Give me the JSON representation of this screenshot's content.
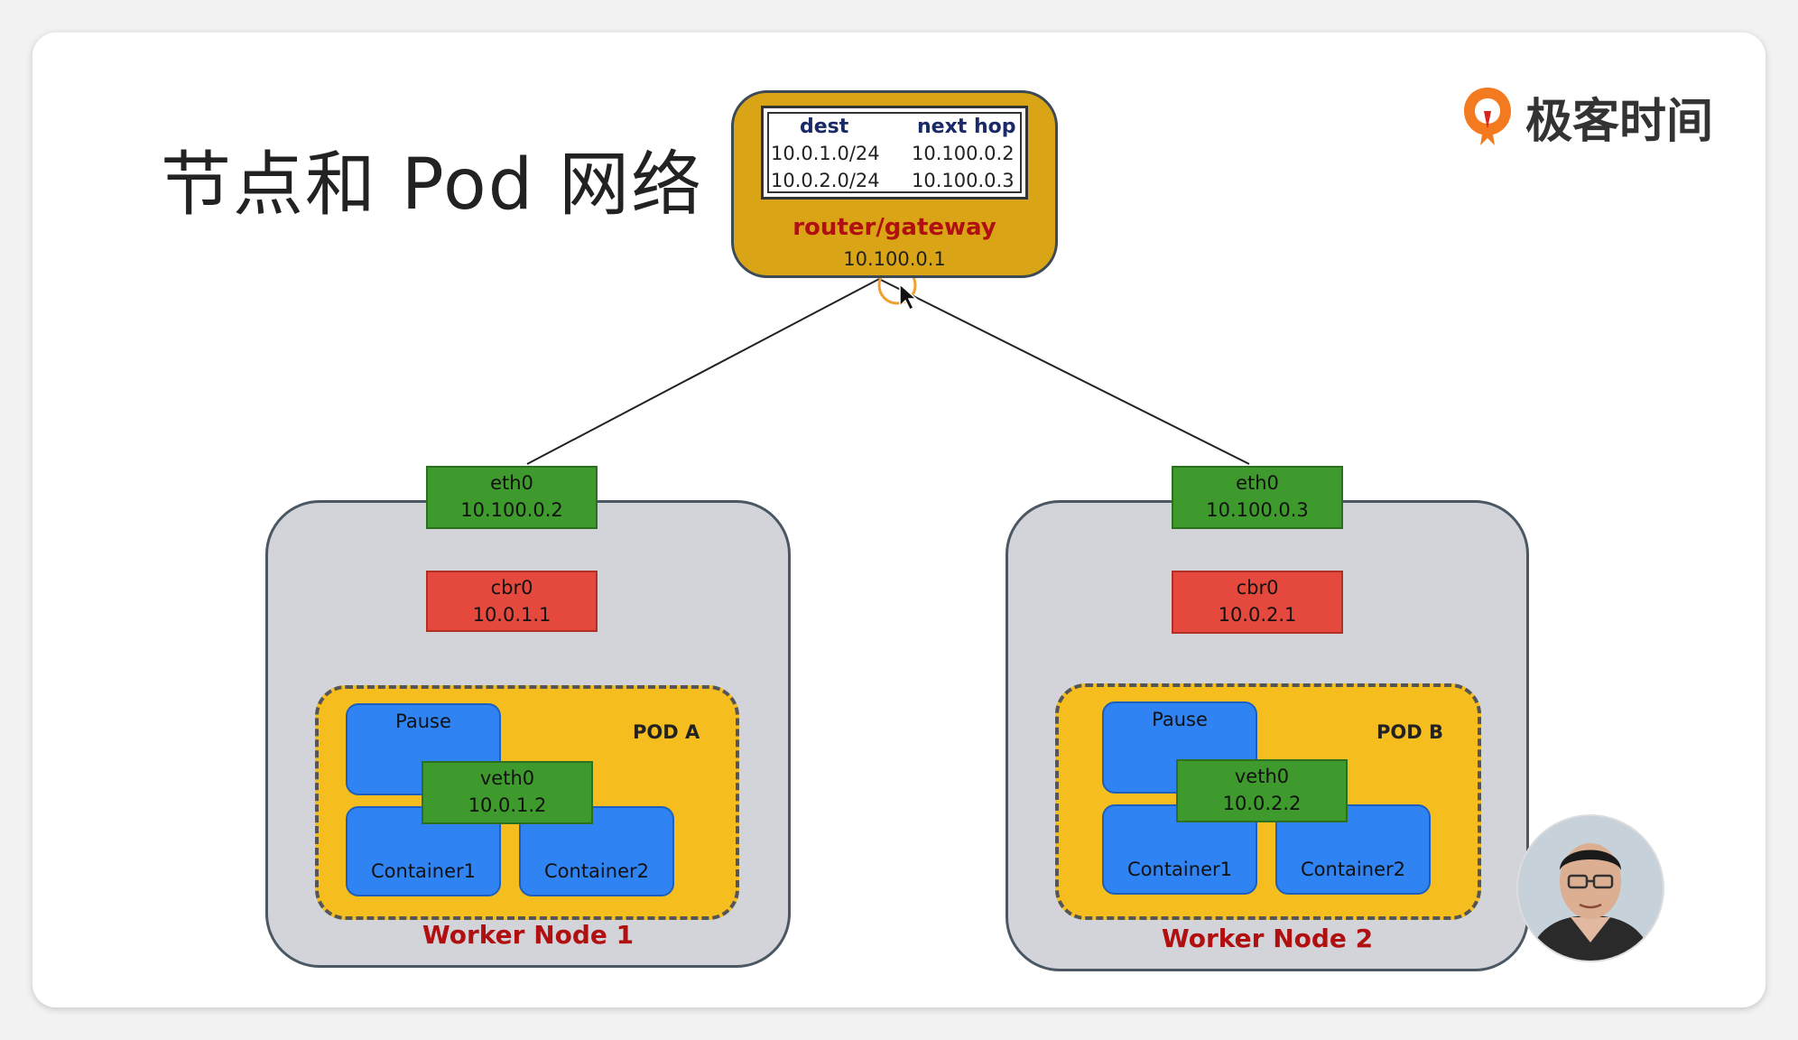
{
  "title": "节点和 Pod 网络",
  "logo": {
    "text": "极客时间",
    "icon": "geektime-logo-icon"
  },
  "router": {
    "table": {
      "headers": [
        "dest",
        "next hop"
      ],
      "rows": [
        [
          "10.0.1.0/24",
          "10.100.0.2"
        ],
        [
          "10.0.2.0/24",
          "10.100.0.3"
        ]
      ]
    },
    "name": "router/gateway",
    "ip": "10.100.0.1"
  },
  "nodes": [
    {
      "label": "Worker Node 1",
      "eth0": {
        "name": "eth0",
        "ip": "10.100.0.2"
      },
      "cbr0": {
        "name": "cbr0",
        "ip": "10.0.1.1"
      },
      "pod": {
        "label": "POD A",
        "pause": "Pause",
        "veth0": {
          "name": "veth0",
          "ip": "10.0.1.2"
        },
        "container1": "Container1",
        "container2": "Container2"
      }
    },
    {
      "label": "Worker Node 2",
      "eth0": {
        "name": "eth0",
        "ip": "10.100.0.3"
      },
      "cbr0": {
        "name": "cbr0",
        "ip": "10.0.2.1"
      },
      "pod": {
        "label": "POD B",
        "pause": "Pause",
        "veth0": {
          "name": "veth0",
          "ip": "10.0.2.2"
        },
        "container1": "Container1",
        "container2": "Container2"
      }
    }
  ],
  "colors": {
    "router": "#d9a416",
    "eth": "#3e9a2c",
    "bridge": "#e5483c",
    "pod": "#f5bd1e",
    "container": "#2f83f3",
    "node": "#d2d4d9",
    "label_red": "#b01010"
  }
}
